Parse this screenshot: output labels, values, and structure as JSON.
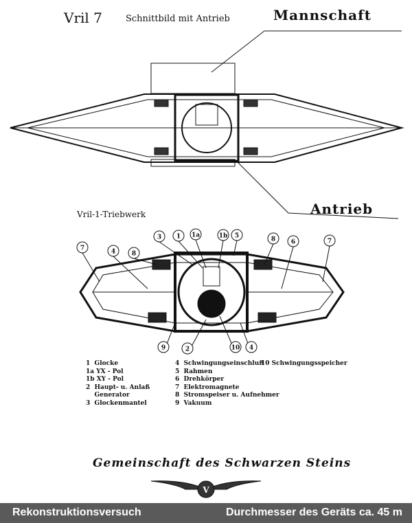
{
  "header": {
    "title": "Vril 7",
    "subtitle": "Schnittbild mit Antrieb",
    "label_top": "Mannschaft",
    "label_bottom": "Antrieb"
  },
  "engine": {
    "title": "Vril-1-Triebwerk",
    "callouts": [
      "7",
      "4",
      "8",
      "3",
      "1",
      "1a",
      "1b",
      "5",
      "8",
      "6",
      "7",
      "9",
      "2",
      "10",
      "4"
    ]
  },
  "legend": {
    "col1": [
      "1  Glocke",
      "1a YX - Pol",
      "1b XY - Pol",
      "2  Haupt- u. Anlaß",
      "    Generator",
      "3  Glockenmantel"
    ],
    "col2": [
      "4  Schwingungseinschluß",
      "5  Rahmen",
      "6  Drehkörper",
      "7  Elektromagnete",
      "8  Stromspeiser u. Aufnehmer",
      "9  Vakuum"
    ],
    "col3": [
      "10 Schwingungsspeicher"
    ]
  },
  "footer": {
    "society": "Gemeinschaft des Schwarzen Steins",
    "left": "Rekonstruktionsversuch",
    "right": "Durchmesser des Geräts ca. 45 m"
  },
  "colors": {
    "bar": "#5a5a5a"
  }
}
